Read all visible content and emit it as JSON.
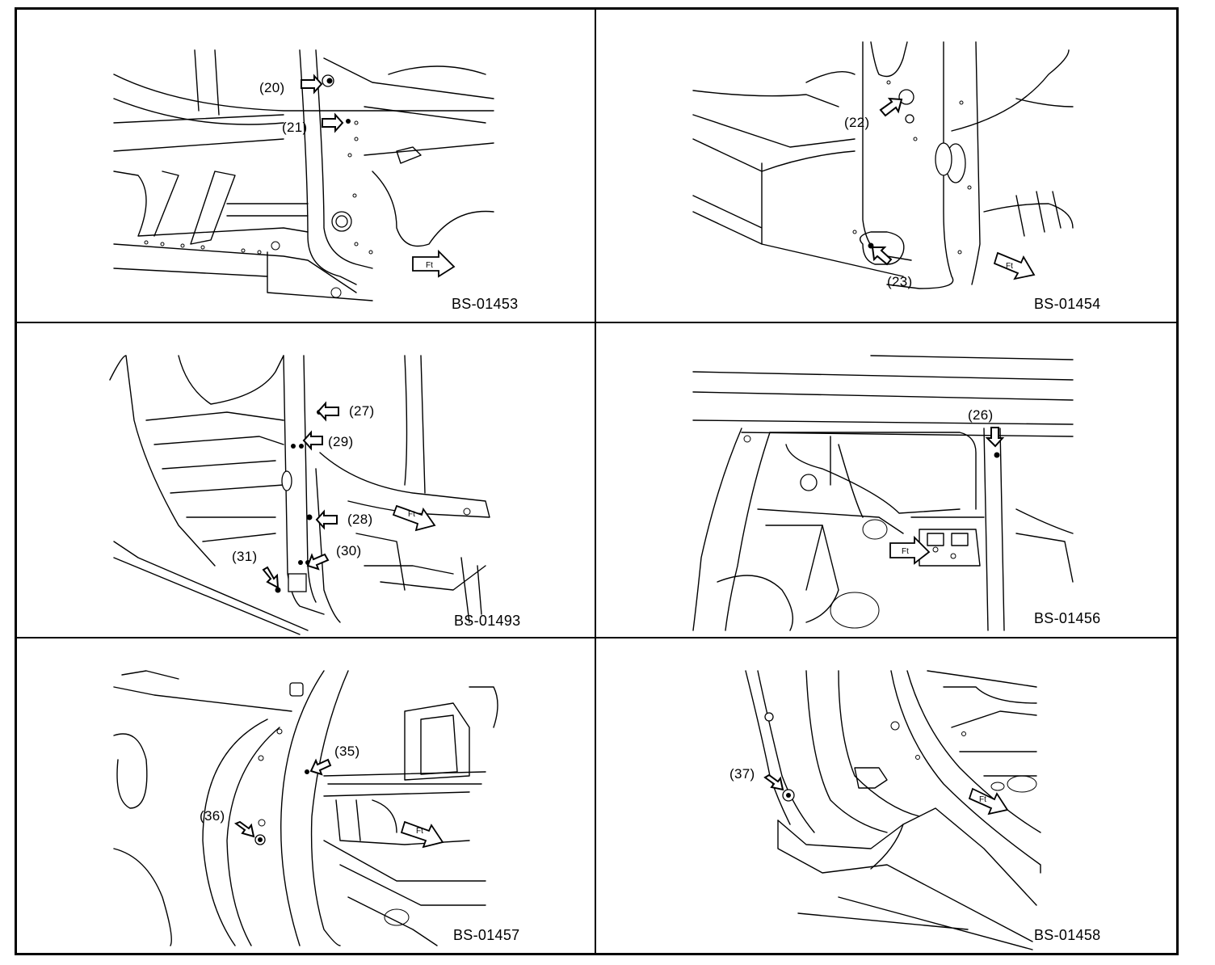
{
  "panels": [
    {
      "id": "BS-01453",
      "callouts": [
        "(20)",
        "(21)"
      ],
      "direction_label": "Ft"
    },
    {
      "id": "BS-01454",
      "callouts": [
        "(22)",
        "(23)"
      ],
      "direction_label": "Ft"
    },
    {
      "id": "BS-01493",
      "callouts": [
        "(27)",
        "(29)",
        "(28)",
        "(30)",
        "(31)"
      ],
      "direction_label": "Ft"
    },
    {
      "id": "BS-01456",
      "callouts": [
        "(26)"
      ],
      "direction_label": "Ft"
    },
    {
      "id": "BS-01457",
      "callouts": [
        "(35)",
        "(36)"
      ],
      "direction_label": "Ft"
    },
    {
      "id": "BS-01458",
      "callouts": [
        "(37)"
      ],
      "direction_label": "Ft"
    }
  ]
}
